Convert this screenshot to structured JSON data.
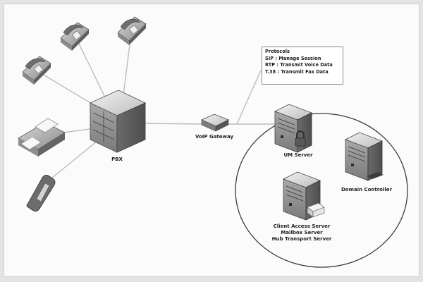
{
  "nodes": {
    "pbx": {
      "label": "PBX"
    },
    "voip_gateway": {
      "label": "VoIP Gateway"
    },
    "um_server": {
      "label": "UM Server"
    },
    "domain_controller": {
      "label": "Domain Controller"
    },
    "multi_role_server": {
      "lines": [
        "Client Access Server",
        "Mailbox Server",
        "Hub Transport Server"
      ]
    }
  },
  "protocols": {
    "title": "Protocols",
    "lines": [
      "SIP : Manage Session",
      "RTP : Transmit Voice Data",
      "T.38 : Transmit Fax Data"
    ]
  },
  "icons": {
    "phones": [
      "desk-phone-icon",
      "desk-phone-icon",
      "desk-phone-icon"
    ],
    "fax": "fax-machine-icon",
    "mobile": "mobile-phone-icon",
    "pbx": "pbx-cabinet-icon",
    "gateway": "voip-gateway-icon",
    "servers": [
      "server-tower-icon",
      "server-tower-icon",
      "server-tower-icon"
    ],
    "lock": "padlock-icon",
    "certificate": "certificate-icon"
  }
}
